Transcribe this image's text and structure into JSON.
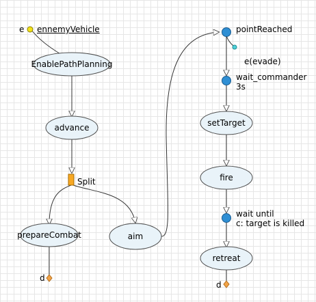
{
  "event": {
    "marker": "e",
    "name": "ennemyVehicle"
  },
  "states": {
    "enable_path_planning": "EnablePathPlanning",
    "advance": "advance",
    "prepare_combat": "prepareCombat",
    "aim": "aim",
    "set_target": "setTarget",
    "fire": "fire",
    "retreat": "retreat"
  },
  "split_label": "Split",
  "junctions": {
    "point_reached": "pointReached",
    "evade": "e(evade)",
    "wait_commander": "wait_commander\n3s",
    "wait_until": "wait until\nc: target is killed"
  },
  "end_markers": {
    "left": "d",
    "right": "d"
  },
  "colors": {
    "state_fill": "#e9f3f9",
    "state_stroke": "#4d4d4d",
    "junction_fill": "#2f8fd4",
    "event_dot": "#f2e21a",
    "evade_dot": "#4fd0d8",
    "split_bar": "#f7a823",
    "end_diamond": "#f2a448"
  }
}
